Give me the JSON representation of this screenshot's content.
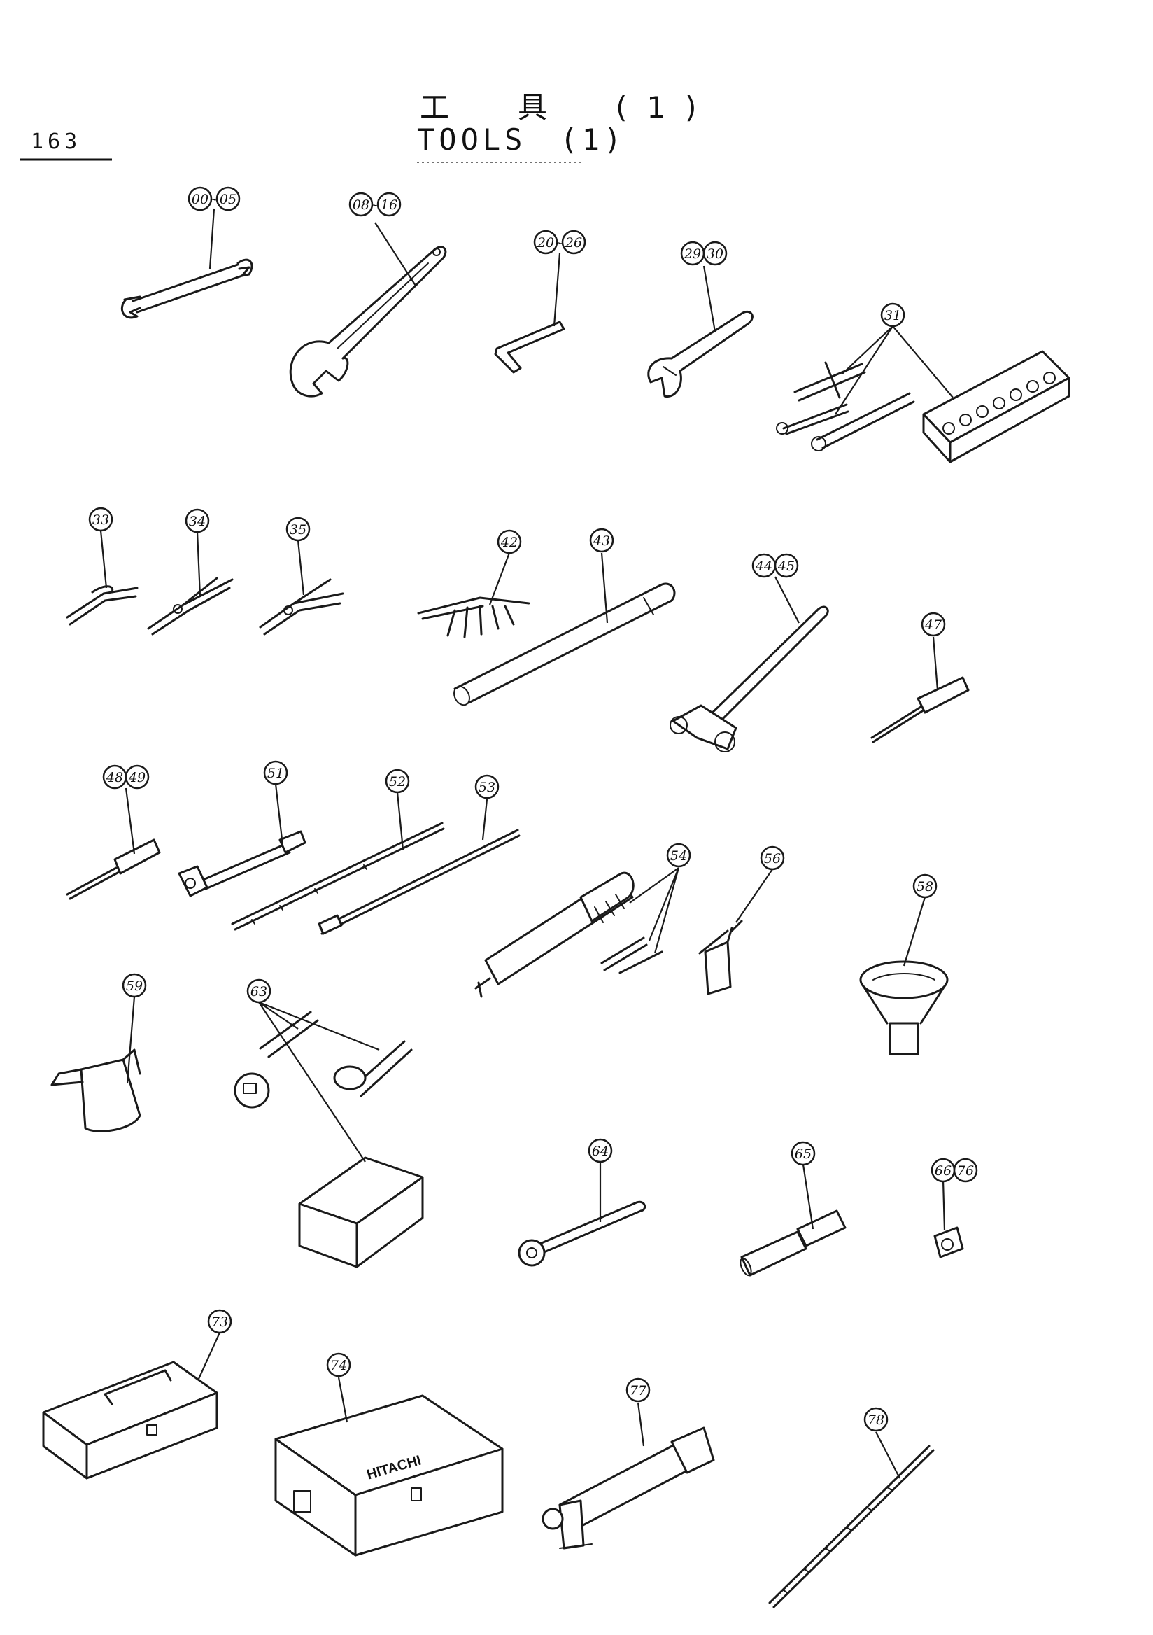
{
  "page_number": "163",
  "title_jp": "工　具　(1)",
  "title_en": "TOOLS　(1)",
  "box_brand": "HITACHI",
  "callouts": [
    {
      "id": "c-00-05",
      "labels": [
        "00",
        "05"
      ],
      "joiner": "~"
    },
    {
      "id": "c-08-16",
      "labels": [
        "08",
        "16"
      ],
      "joiner": "~"
    },
    {
      "id": "c-20-26",
      "labels": [
        "20",
        "26"
      ],
      "joiner": "~"
    },
    {
      "id": "c-29-30",
      "labels": [
        "29",
        "30"
      ],
      "joiner": ""
    },
    {
      "id": "c-31",
      "labels": [
        "31"
      ]
    },
    {
      "id": "c-33",
      "labels": [
        "33"
      ]
    },
    {
      "id": "c-34",
      "labels": [
        "34"
      ]
    },
    {
      "id": "c-35",
      "labels": [
        "35"
      ]
    },
    {
      "id": "c-42",
      "labels": [
        "42"
      ]
    },
    {
      "id": "c-43",
      "labels": [
        "43"
      ]
    },
    {
      "id": "c-44-45",
      "labels": [
        "44",
        "45"
      ],
      "joiner": ""
    },
    {
      "id": "c-47",
      "labels": [
        "47"
      ]
    },
    {
      "id": "c-48-49",
      "labels": [
        "48",
        "49"
      ],
      "joiner": ""
    },
    {
      "id": "c-51",
      "labels": [
        "51"
      ]
    },
    {
      "id": "c-52",
      "labels": [
        "52"
      ]
    },
    {
      "id": "c-53",
      "labels": [
        "53"
      ]
    },
    {
      "id": "c-54",
      "labels": [
        "54"
      ]
    },
    {
      "id": "c-56",
      "labels": [
        "56"
      ]
    },
    {
      "id": "c-58",
      "labels": [
        "58"
      ]
    },
    {
      "id": "c-59",
      "labels": [
        "59"
      ]
    },
    {
      "id": "c-63",
      "labels": [
        "63"
      ]
    },
    {
      "id": "c-64",
      "labels": [
        "64"
      ]
    },
    {
      "id": "c-65",
      "labels": [
        "65"
      ]
    },
    {
      "id": "c-66-76",
      "labels": [
        "66",
        "76"
      ],
      "joiner": ""
    },
    {
      "id": "c-73",
      "labels": [
        "73"
      ]
    },
    {
      "id": "c-74",
      "labels": [
        "74"
      ]
    },
    {
      "id": "c-77",
      "labels": [
        "77"
      ]
    },
    {
      "id": "c-78",
      "labels": [
        "78"
      ]
    }
  ]
}
